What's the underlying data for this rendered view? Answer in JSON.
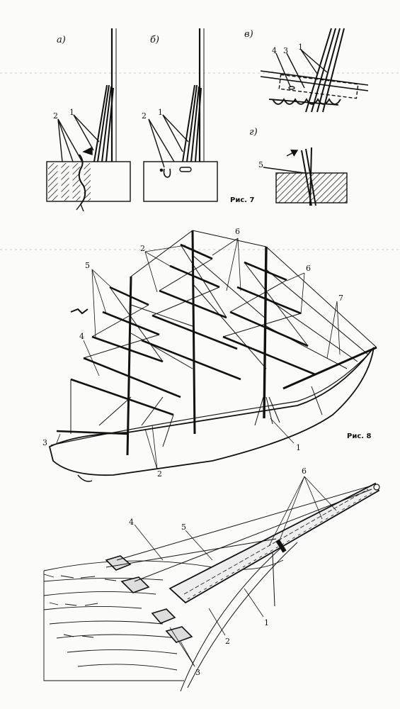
{
  "figure7": {
    "caption": "Рис. 7",
    "subfigs": {
      "a": "а)",
      "b": "б)",
      "v": "в)",
      "g": "г)"
    },
    "labels_a": [
      "2",
      "1"
    ],
    "labels_b": [
      "2",
      "1"
    ],
    "labels_v": [
      "4",
      "3",
      "1"
    ],
    "labels_g": [
      "5"
    ]
  },
  "figure8": {
    "caption": "Рис. 8",
    "labels": [
      "2",
      "6",
      "5",
      "6",
      "7",
      "4",
      "3",
      "1",
      "2"
    ]
  },
  "figure9": {
    "labels": [
      "6",
      "4",
      "5",
      "1",
      "2",
      "3"
    ]
  }
}
